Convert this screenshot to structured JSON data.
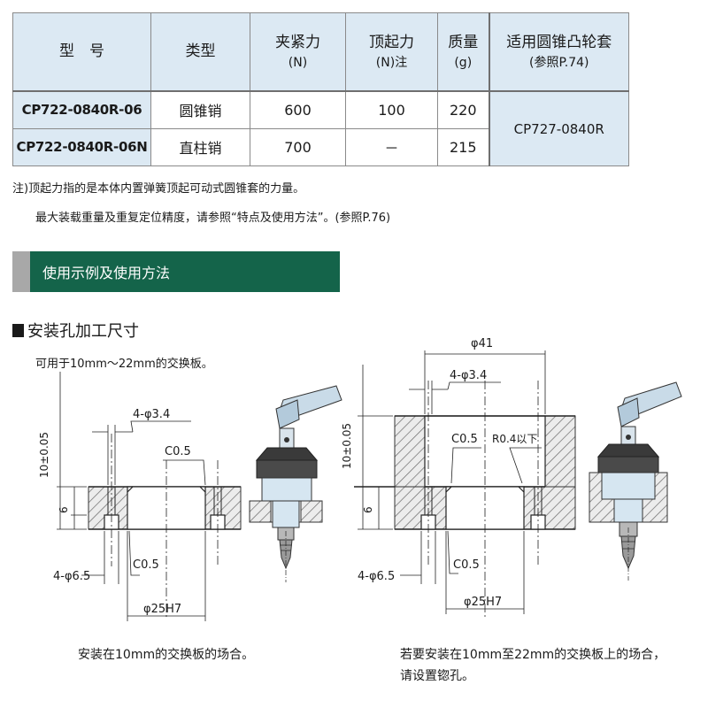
{
  "table": {
    "headers": {
      "model": "型　号",
      "type": "类型",
      "clamp_force": "夹紧力",
      "clamp_force_unit": "(N)",
      "lift_force": "顶起力",
      "lift_force_unit": "(N)注",
      "mass": "质量",
      "mass_unit": "(g)",
      "compat": "适用圆锥凸轮套",
      "compat_ref": "(参照P.74)"
    },
    "rows": [
      {
        "model": "CP722-0840R-06",
        "type": "圆锥销",
        "clamp_force": "600",
        "lift_force": "100",
        "mass": "220"
      },
      {
        "model": "CP722-0840R-06N",
        "type": "直柱销",
        "clamp_force": "700",
        "lift_force": "－",
        "mass": "215"
      }
    ],
    "compat_value": "CP727-0840R"
  },
  "notes": {
    "line1": "注)顶起力指的是本体内置弹簧顶起可动式圆锥套的力量。",
    "line2": "最大装载重量及重复定位精度，请参照“特点及使用方法”。(参照P.76)"
  },
  "section": {
    "title": "使用示例及使用方法"
  },
  "mount": {
    "title": "安装孔加工尺寸",
    "desc": "可用于10mm～22mm的交换板。",
    "left": {
      "thickness": "10±0.05",
      "depth": "6",
      "small_holes": "4-φ3.4",
      "chamfer_top": "C0.5",
      "counterbore": "4-φ6.5",
      "chamfer_bottom": "C0.5",
      "bore": "φ25H7",
      "caption": "安装在10mm的交换板的场合。"
    },
    "right": {
      "outer": "φ41",
      "thickness": "10±0.05",
      "depth": "6",
      "small_holes": "4-φ3.4",
      "chamfer_top": "C0.5",
      "radius": "R0.4以下",
      "counterbore": "4-φ6.5",
      "chamfer_bottom": "C0.5",
      "bore": "φ25H7",
      "caption_1": "若要安装在10mm至22mm的交换板上的场合，",
      "caption_2": "请设置锪孔。"
    }
  },
  "colors": {
    "header_bg": "#dce9f3",
    "section_bar": "#14644a",
    "section_lead": "#a8a8a8",
    "clamp_lever": "#c9dbe8",
    "hatch": "#6a6a6a"
  }
}
